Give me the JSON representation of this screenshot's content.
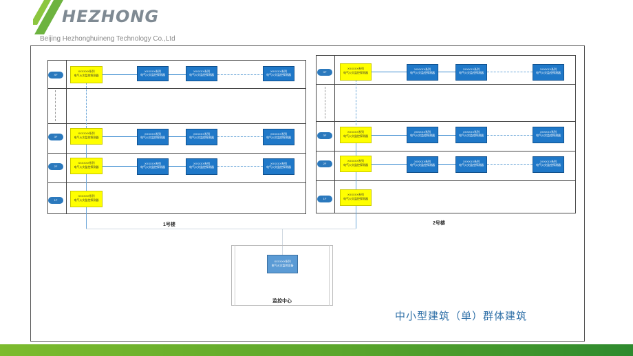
{
  "header": {
    "brand": "HEZHONG",
    "company": "Beijing Hezhonghuineng Technology Co.,Ltd"
  },
  "colors": {
    "accent_green": "#6db33f",
    "unit_blue": "#1f78c8",
    "controller_yellow": "#ffff00",
    "title_blue": "#2e6fa7"
  },
  "diagram": {
    "building1": {
      "caption": "1号楼",
      "floors": [
        "XF",
        "3F",
        "2F",
        "1F"
      ],
      "controller_label": [
        "XXXXXX系列",
        "电气火灾监控探测器"
      ],
      "unit_label": [
        "XXXXXX系列",
        "电气火灾监控探测器"
      ]
    },
    "building2": {
      "caption": "2号楼",
      "floors": [
        "XF",
        "3F",
        "2F",
        "1F"
      ],
      "controller_label": [
        "XXXXXX系列",
        "电气火灾监控探测器"
      ],
      "unit_label": [
        "XXXXXX系列",
        "电气火灾监控探测器"
      ]
    },
    "control_center": {
      "caption": "监控中心",
      "host_label": [
        "XXXXXX系列",
        "电气火灾监控设备"
      ]
    }
  },
  "title": "中小型建筑（单）群体建筑"
}
